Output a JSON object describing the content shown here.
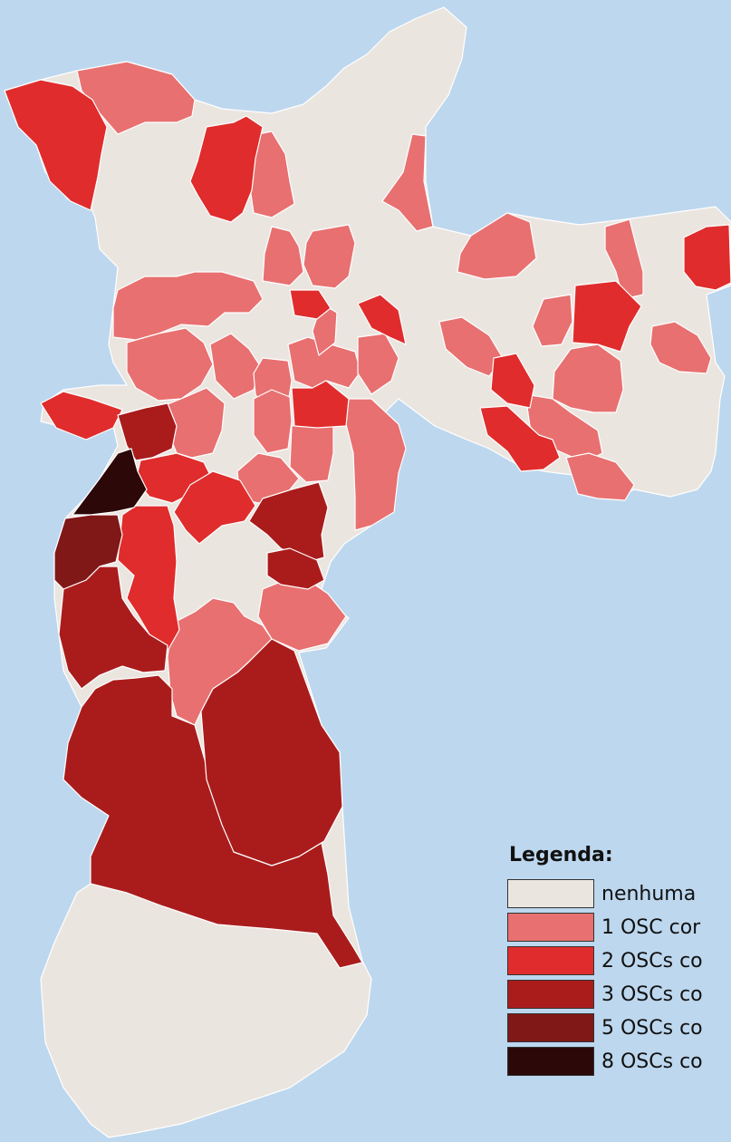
{
  "colors": {
    "background": "#bdd7ee",
    "level_0": "#ebe5e0",
    "level_1": "#e87070",
    "level_2": "#e02c2c",
    "level_3": "#aa1c1c",
    "level_5": "#801818",
    "level_8": "#2c0808"
  },
  "legend": {
    "title": "Legenda:",
    "items": [
      {
        "label": "nenhuma",
        "color": "#ebe5e0",
        "value": 0
      },
      {
        "label": "1 OSC cor",
        "color": "#e87070",
        "value": 1
      },
      {
        "label": "2 OSCs co",
        "color": "#e02c2c",
        "value": 2
      },
      {
        "label": "3 OSCs co",
        "color": "#aa1c1c",
        "value": 3
      },
      {
        "label": "5 OSCs co",
        "color": "#801818",
        "value": 5
      },
      {
        "label": "8 OSCs co",
        "color": "#2c0808",
        "value": 8
      }
    ]
  }
}
